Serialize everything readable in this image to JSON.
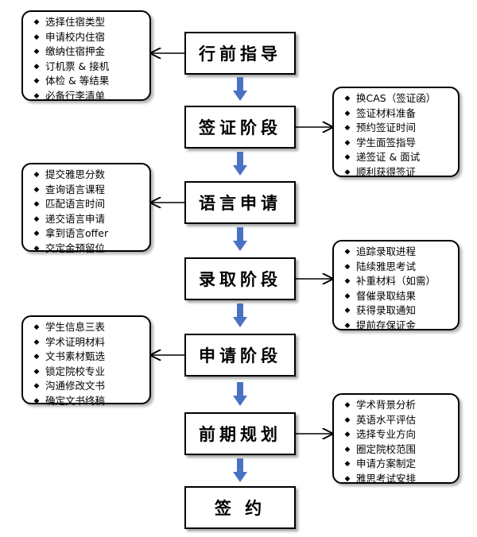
{
  "stages": [
    {
      "label": "行前指导"
    },
    {
      "label": "签证阶段"
    },
    {
      "label": "语言申请"
    },
    {
      "label": "录取阶段"
    },
    {
      "label": "申请阶段"
    },
    {
      "label": "前期规划"
    },
    {
      "label": "签 约"
    }
  ],
  "notes": {
    "pre_departure": [
      "选择住宿类型",
      "申请校内住宿",
      "缴纳住宿押金",
      "订机票 & 接机",
      "体检 & 等结果",
      "必备行李清单"
    ],
    "visa": [
      "换CAS（签证函）",
      "签证材料准备",
      "预约签证时间",
      "学生面签指导",
      "递签证 & 面试",
      "顺利获得签证"
    ],
    "language": [
      "提交雅思分数",
      "查询语言课程",
      "匹配语言时间",
      "递交语言申请",
      "拿到语言offer",
      "交定金预留位"
    ],
    "admission": [
      "追踪录取进程",
      "陆续雅思考试",
      "补重材料（如需）",
      "督催录取结果",
      "获得录取通知",
      "提前存保证金"
    ],
    "application": [
      "学生信息三表",
      "学术证明材料",
      "文书素材甄选",
      "锁定院校专业",
      "沟通修改文书",
      "确定文书终稿"
    ],
    "planning": [
      "学术背景分析",
      "英语水平评估",
      "选择专业方向",
      "圈定院校范围",
      "申请方案制定",
      "雅思考试安排"
    ]
  },
  "bullet_icon": "diamond-bullet-icon",
  "colors": {
    "arrow": "#4a72c4",
    "border": "#000000"
  }
}
